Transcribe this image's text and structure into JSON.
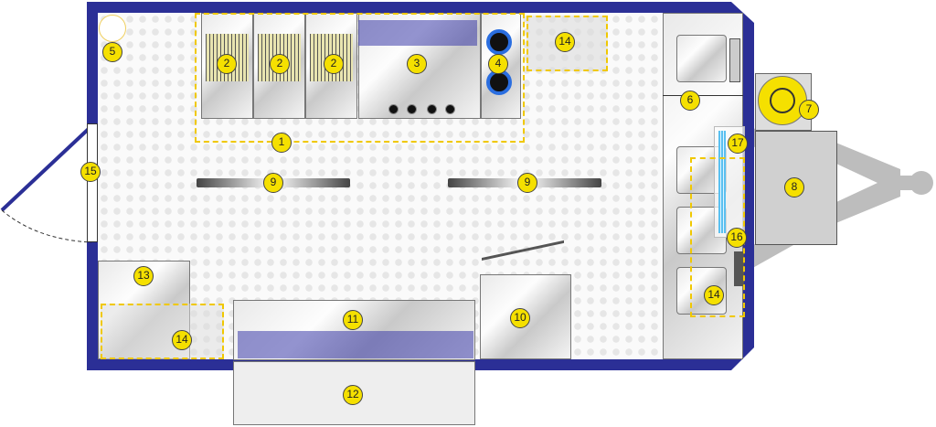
{
  "title": "Food trailer kitchen layout",
  "colors": {
    "wall": "#2b2f96",
    "highlight": "#f5e000",
    "steel": "#d6d6d6",
    "hitch": "#bdbdbd"
  },
  "labels": {
    "cooking_line": "1",
    "fryer": "2",
    "griddle": "3",
    "burners": "4",
    "fire_extinguisher": "5",
    "sink": "6",
    "gas_tank": "7",
    "generator": "8",
    "shelf": "9",
    "oven": "10",
    "refrigerator": "11",
    "serving_counter": "12",
    "prep_table": "13",
    "work_area": "14",
    "door": "15",
    "hand_wash": "16",
    "water_heater": "17"
  }
}
